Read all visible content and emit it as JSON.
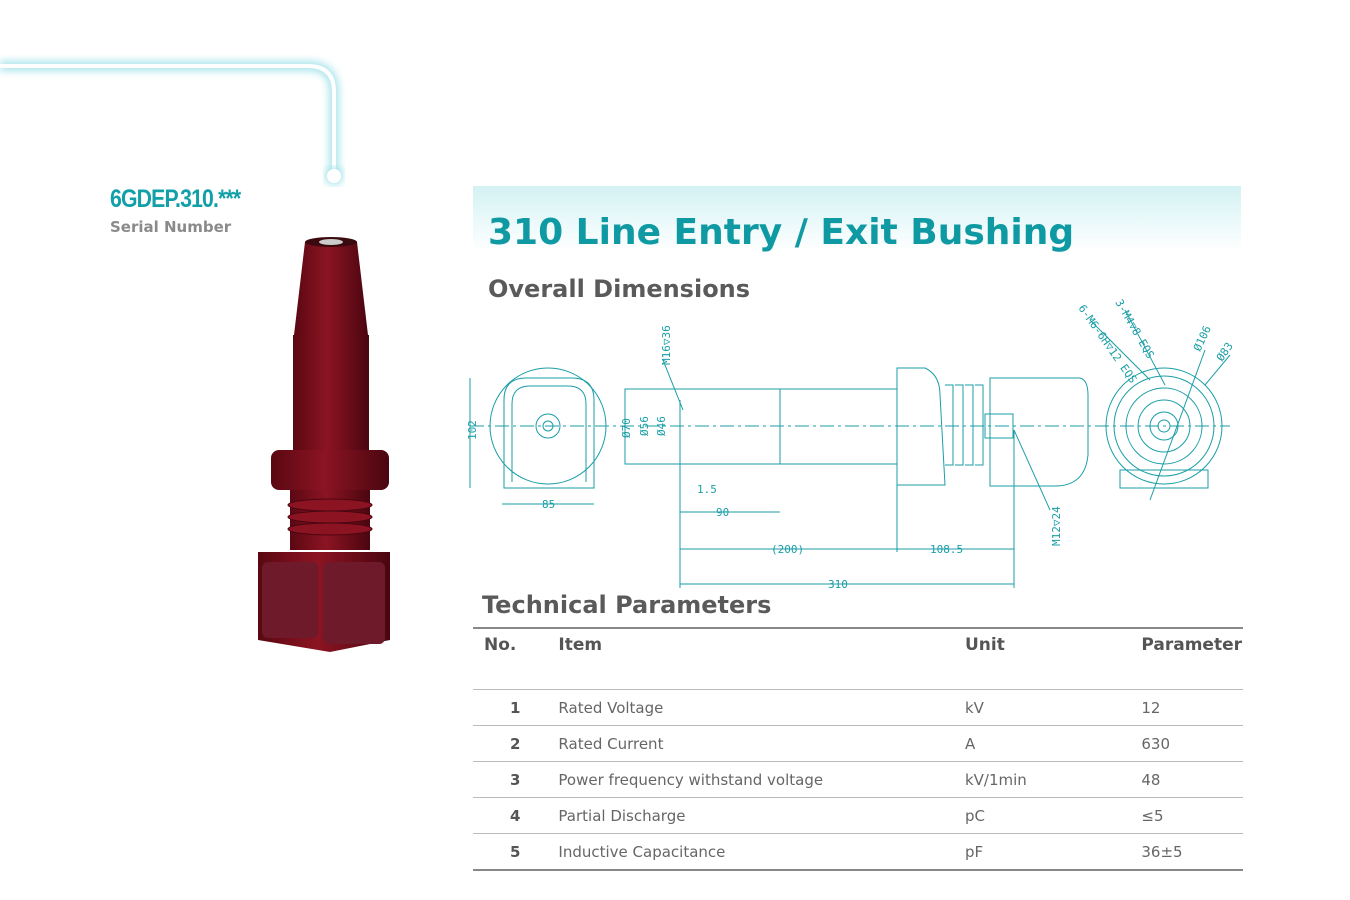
{
  "product": {
    "serial": "6GDEP.310.***",
    "serial_label": "Serial Number"
  },
  "title": "310 Line Entry / Exit Bushing",
  "dimensions": {
    "heading": "Overall Dimensions",
    "labels": {
      "h102": "102",
      "w85": "85",
      "d70": "Ø70",
      "d56": "Ø56",
      "d46": "Ø46",
      "m16": "M16▽36",
      "t15": "1.5",
      "l90": "90",
      "l200": "(200)",
      "l108": "108.5",
      "l310": "310",
      "m12": "M12▽24",
      "m6": "6-M6-6H▽12 EQS",
      "m4": "3-M4▽8 EQS",
      "d106": "Ø106",
      "d83": "Ø83"
    }
  },
  "params": {
    "heading": "Technical Parameters",
    "columns": [
      "No.",
      "Item",
      "Unit",
      "Parameter"
    ],
    "rows": [
      {
        "no": "1",
        "item": "Rated Voltage",
        "unit": "kV",
        "value": "12"
      },
      {
        "no": "2",
        "item": "Rated Current",
        "unit": "A",
        "value": "630"
      },
      {
        "no": "3",
        "item": "Power frequency withstand voltage",
        "unit": "kV/1min",
        "value": "48"
      },
      {
        "no": "4",
        "item": "Partial Discharge",
        "unit": "pC",
        "value": "≤5"
      },
      {
        "no": "5",
        "item": "Inductive Capacitance",
        "unit": "pF",
        "value": "36±5"
      }
    ]
  },
  "colors": {
    "accent": "#0f9aa3",
    "product": "#7a0f1c"
  }
}
